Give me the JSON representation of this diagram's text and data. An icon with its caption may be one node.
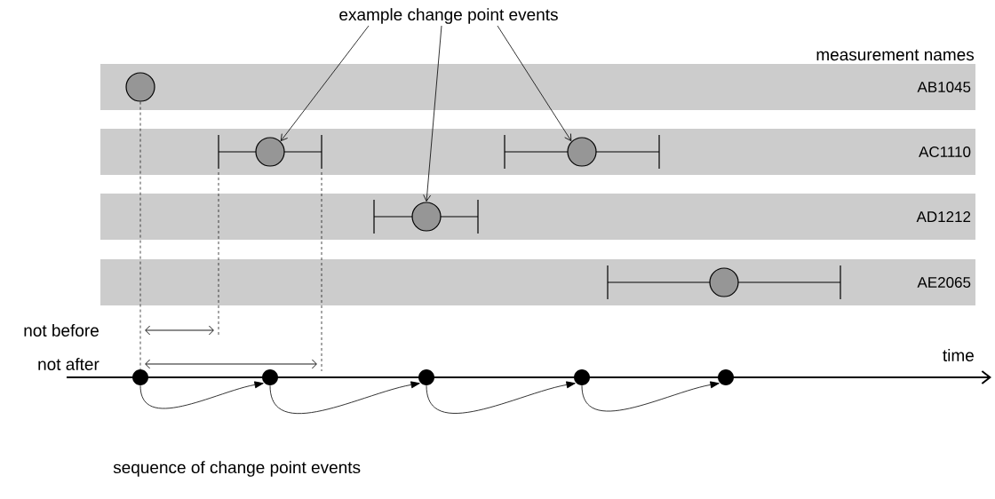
{
  "diagram": {
    "nodes": [
      {
        "text": [
          "example change point events"
        ]
      },
      {
        "text": [
          "AB1045"
        ]
      },
      {
        "text": [
          "AC1110"
        ]
      },
      {
        "text": [
          "AD1212"
        ]
      },
      {
        "text": [
          "AE2065"
        ]
      },
      {
        "text": [],
        "shape": "circle",
        "in": 1
      },
      {
        "text": [],
        "shape": "circle",
        "in": 2
      },
      {
        "text": [],
        "shape": "circle",
        "in": 2
      },
      {
        "text": [],
        "shape": "circle",
        "in": 3
      },
      {
        "text": [],
        "shape": "circle",
        "in": 4
      },
      {
        "text": [],
        "shape": "circle"
      },
      {
        "text": [],
        "shape": "circle"
      },
      {
        "text": [],
        "shape": "circle"
      },
      {
        "text": [],
        "shape": "circle"
      },
      {
        "text": [],
        "shape": "circle"
      }
    ],
    "edges": [
      {
        "from": 0,
        "to": 6,
        "arrow": "to"
      },
      {
        "from": 0,
        "to": 8,
        "arrow": "to"
      },
      {
        "from": 0,
        "to": 7,
        "arrow": "to"
      },
      {
        "from": 5,
        "to": 10,
        "arrow": "none",
        "style": "dashed"
      },
      {
        "from": 10,
        "to": 11,
        "arrow": "to"
      },
      {
        "from": 11,
        "to": 12,
        "arrow": "to"
      },
      {
        "from": 12,
        "to": 13,
        "arrow": "to"
      },
      {
        "from": 13,
        "to": 14,
        "arrow": "to"
      }
    ],
    "labels": [
      "measurement names",
      "not before",
      "not after",
      "time",
      "sequence of change point events"
    ]
  }
}
